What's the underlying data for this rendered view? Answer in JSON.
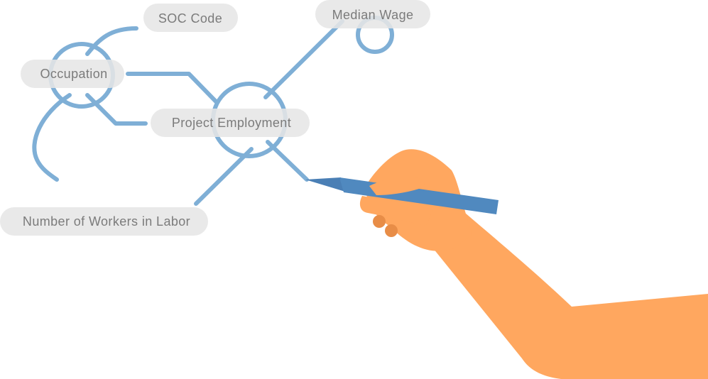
{
  "colors": {
    "background": "#ffffff",
    "connector": "#7fafd6",
    "node_fill": "#e6e6e6",
    "node_text": "#7b7b7b",
    "skin": "#ffa75f",
    "skin_shadow": "#e88d47",
    "pen_body": "#5089bf",
    "pen_tip": "#4a7fb5"
  },
  "nodes": {
    "soc_code": {
      "label": "SOC Code"
    },
    "median_wage": {
      "label": "Median Wage"
    },
    "occupation": {
      "label": "Occupation"
    },
    "project_employment": {
      "label": "Project Employment"
    },
    "workers_in_labor": {
      "label": "Number of Workers in Labor"
    }
  },
  "icons": {
    "hand": "hand-holding-pen-icon",
    "pen": "pen-icon"
  }
}
